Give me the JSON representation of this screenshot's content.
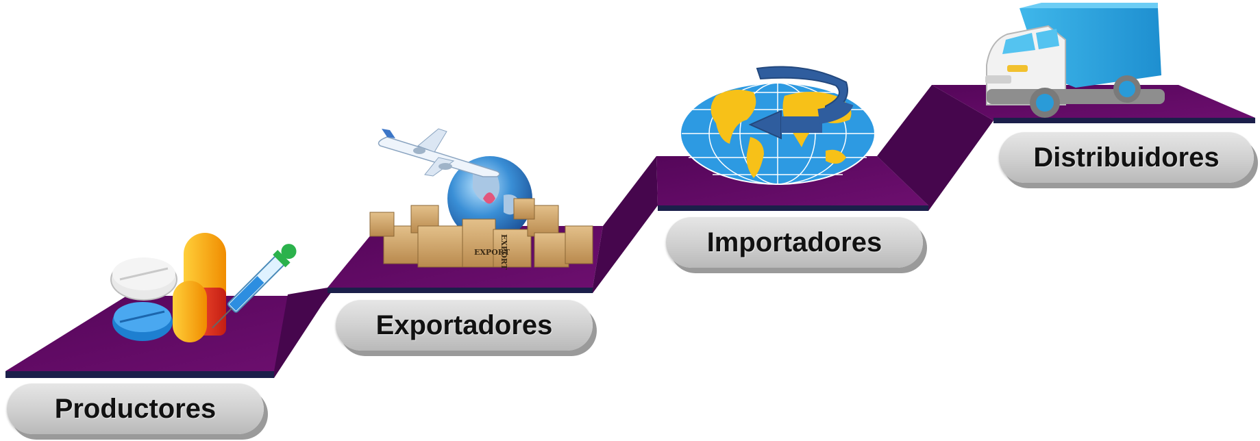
{
  "colors": {
    "platform_top": "#650b67",
    "platform_side": "#4a0550",
    "platform_edge": "#1b1f4a",
    "label_pill": "#c8c8c8",
    "label_text": "#111111"
  },
  "stages": [
    {
      "label": "Productores",
      "icon": "medicine-pills-syringe-icon"
    },
    {
      "label": "Exportadores",
      "icon": "airplane-globe-export-boxes-icon"
    },
    {
      "label": "Importadores",
      "icon": "world-map-arrow-icon"
    },
    {
      "label": "Distribuidores",
      "icon": "delivery-truck-icon"
    }
  ],
  "box_labels": {
    "front": "EXPORT",
    "side": "EXPORT"
  }
}
